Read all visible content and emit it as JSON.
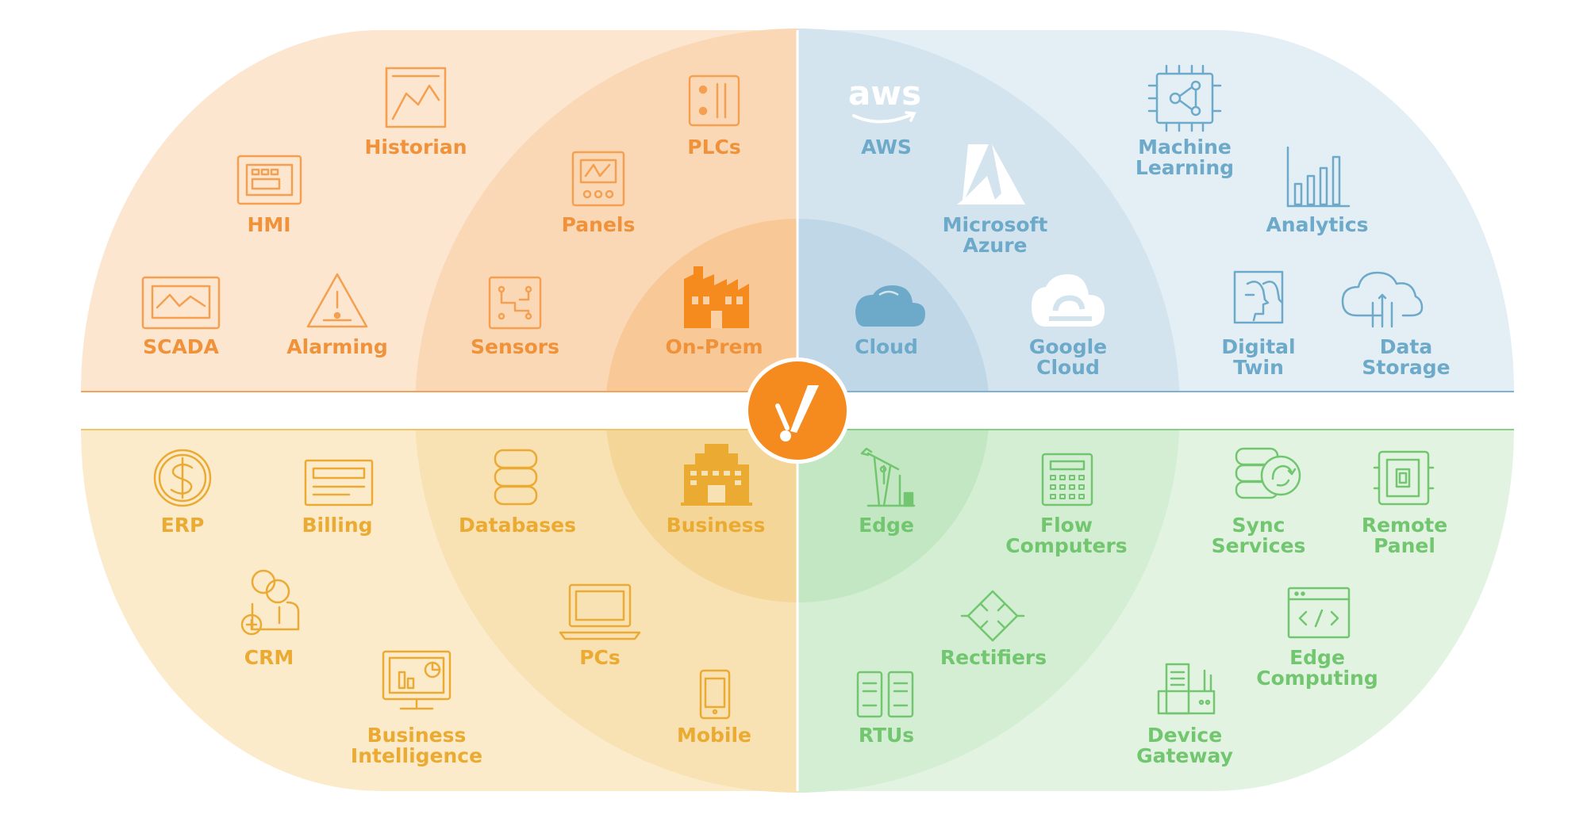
{
  "colors": {
    "orange": "#F08C28",
    "orange_light": "#F5A85A",
    "yellow": "#EBAA32",
    "blue": "#6DA9C9",
    "green": "#72C66F",
    "center_badge": "#F58A1F"
  },
  "center_icon": "exclamation-icon",
  "quadrants": {
    "top_left": {
      "items": [
        {
          "label": "Historian",
          "icon": "historian-icon"
        },
        {
          "label": "PLCs",
          "icon": "plc-icon"
        },
        {
          "label": "HMI",
          "icon": "hmi-icon"
        },
        {
          "label": "Panels",
          "icon": "panel-icon"
        },
        {
          "label": "SCADA",
          "icon": "scada-icon"
        },
        {
          "label": "Alarming",
          "icon": "alarm-icon"
        },
        {
          "label": "Sensors",
          "icon": "sensor-icon"
        },
        {
          "label": "On-Prem",
          "icon": "factory-icon"
        }
      ]
    },
    "top_right": {
      "items": [
        {
          "label": "AWS",
          "icon": "aws-icon"
        },
        {
          "label": "Machine",
          "label2": "Learning",
          "icon": "machine-learning-icon"
        },
        {
          "label": "Microsoft",
          "label2": "Azure",
          "icon": "azure-icon"
        },
        {
          "label": "Analytics",
          "icon": "analytics-icon"
        },
        {
          "label": "Cloud",
          "icon": "cloud-icon"
        },
        {
          "label": "Google",
          "label2": "Cloud",
          "icon": "google-cloud-icon"
        },
        {
          "label": "Digital",
          "label2": "Twin",
          "icon": "digital-twin-icon"
        },
        {
          "label": "Data",
          "label2": "Storage",
          "icon": "data-storage-icon"
        }
      ]
    },
    "bottom_left": {
      "items": [
        {
          "label": "ERP",
          "icon": "dollar-icon"
        },
        {
          "label": "Billing",
          "icon": "billing-icon"
        },
        {
          "label": "Databases",
          "icon": "database-icon"
        },
        {
          "label": "Business",
          "icon": "business-building-icon"
        },
        {
          "label": "CRM",
          "icon": "crm-icon"
        },
        {
          "label": "PCs",
          "icon": "laptop-icon"
        },
        {
          "label": "Business",
          "label2": "Intelligence",
          "icon": "business-intelligence-icon"
        },
        {
          "label": "Mobile",
          "icon": "mobile-icon"
        }
      ]
    },
    "bottom_right": {
      "items": [
        {
          "label": "Edge",
          "icon": "oil-pump-icon"
        },
        {
          "label": "Flow",
          "label2": "Computers",
          "icon": "flow-computer-icon"
        },
        {
          "label": "Sync",
          "label2": "Services",
          "icon": "sync-services-icon"
        },
        {
          "label": "Remote",
          "label2": "Panel",
          "icon": "remote-panel-icon"
        },
        {
          "label": "Rectifiers",
          "icon": "rectifier-icon"
        },
        {
          "label": "Edge",
          "label2": "Computing",
          "icon": "edge-computing-icon"
        },
        {
          "label": "RTUs",
          "icon": "rtu-icon"
        },
        {
          "label": "Device",
          "label2": "Gateway",
          "icon": "device-gateway-icon"
        }
      ]
    }
  }
}
